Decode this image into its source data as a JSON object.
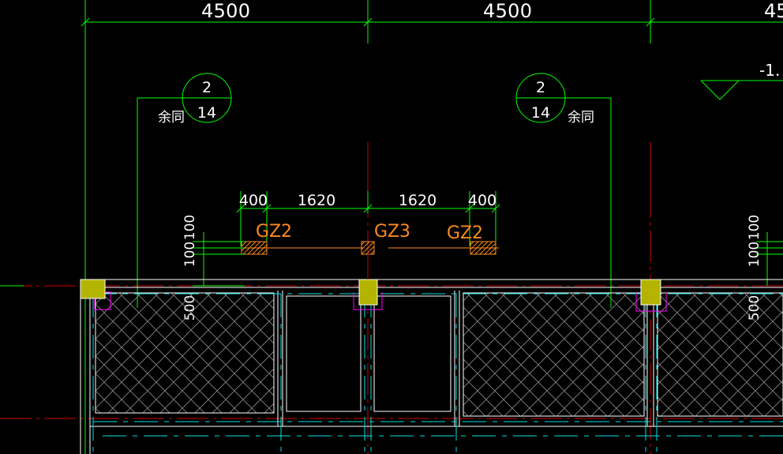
{
  "top_dims": {
    "left": "4500",
    "right": "4500",
    "edge": "45"
  },
  "elevation": "-1.",
  "detail_left": {
    "num": "2",
    "sheet": "14",
    "note": "余同"
  },
  "detail_right": {
    "num": "2",
    "sheet": "14",
    "note": "余同"
  },
  "row_dims": {
    "a": "400",
    "b": "1620",
    "c": "1620",
    "d": "400"
  },
  "columns": {
    "left": "GZ2",
    "center": "GZ3",
    "right": "GZ2"
  },
  "vert_dims": {
    "top": "100",
    "bottom": "100",
    "offset": "500"
  },
  "colors": {
    "dim_line": "#00ff00",
    "axis": "#ff0000",
    "column_label": "#ff8a1e",
    "hatch": "#7f7f7f",
    "cyan_line": "#00ffff",
    "wall": "#ffffff",
    "pier": "#b3b300",
    "magenta": "#ff00ff"
  }
}
